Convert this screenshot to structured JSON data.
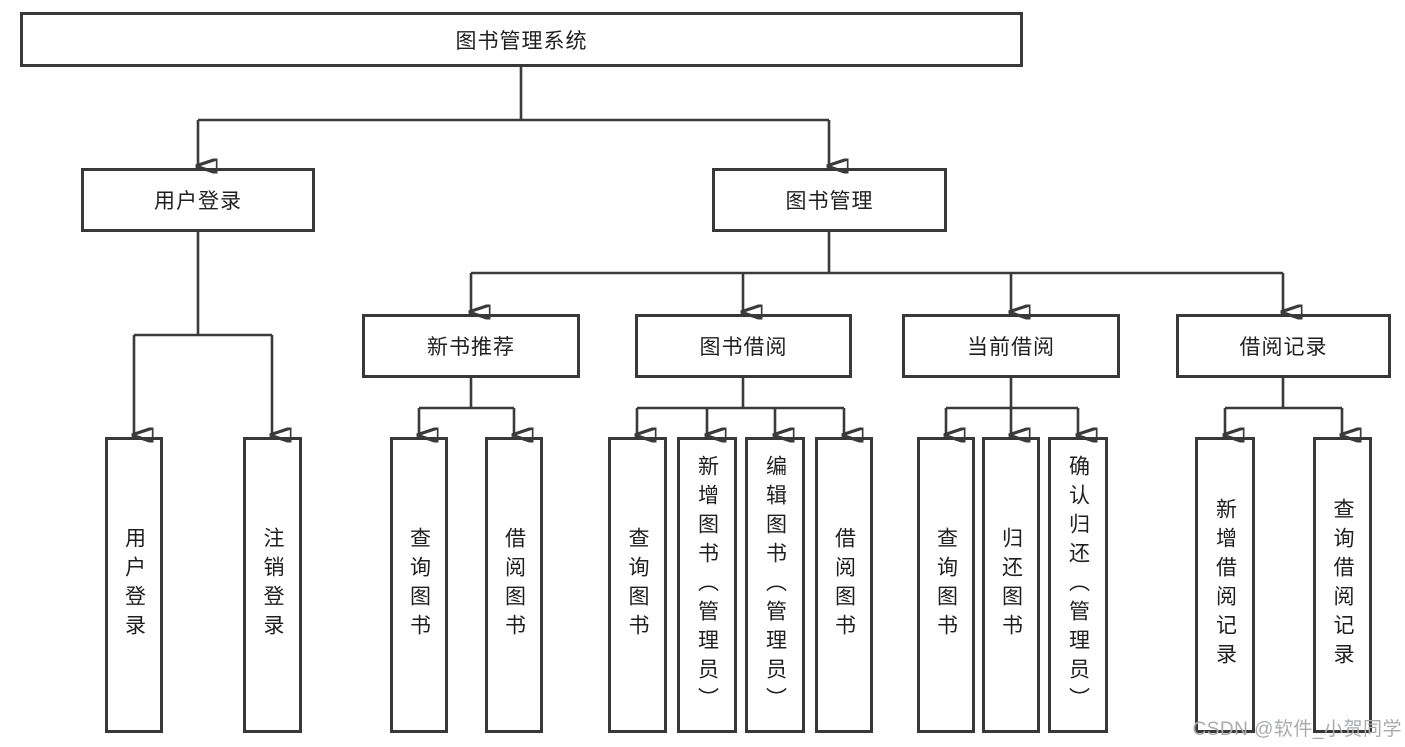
{
  "diagram": {
    "title": "图书管理系统",
    "root": {
      "label": "图书管理系统"
    },
    "level2": [
      {
        "label": "用户登录",
        "parent": "图书管理系统"
      },
      {
        "label": "图书管理",
        "parent": "图书管理系统"
      }
    ],
    "level3": [
      {
        "label": "新书推荐",
        "parent": "图书管理"
      },
      {
        "label": "图书借阅",
        "parent": "图书管理"
      },
      {
        "label": "当前借阅",
        "parent": "图书管理"
      },
      {
        "label": "借阅记录",
        "parent": "图书管理"
      }
    ],
    "leaves": [
      {
        "label": "用户登录",
        "parent": "用户登录"
      },
      {
        "label": "注销登录",
        "parent": "用户登录"
      },
      {
        "label": "查询图书",
        "parent": "新书推荐"
      },
      {
        "label": "借阅图书",
        "parent": "新书推荐"
      },
      {
        "label": "查询图书",
        "parent": "图书借阅"
      },
      {
        "label": "新增图书（管理员）",
        "parent": "图书借阅"
      },
      {
        "label": "编辑图书（管理员）",
        "parent": "图书借阅"
      },
      {
        "label": "借阅图书",
        "parent": "图书借阅"
      },
      {
        "label": "查询图书",
        "parent": "当前借阅"
      },
      {
        "label": "归还图书",
        "parent": "当前借阅"
      },
      {
        "label": "确认归还（管理员）",
        "parent": "当前借阅"
      },
      {
        "label": "新增借阅记录",
        "parent": "借阅记录"
      },
      {
        "label": "查询借阅记录",
        "parent": "借阅记录"
      }
    ]
  },
  "watermark": {
    "text": "CSDN @软件_小贺同学"
  },
  "colors": {
    "background": "#ffffff",
    "box_border": "#383838",
    "connector_line": "#3a3a3a",
    "text": "#1f1f1f",
    "watermark_text": "#a9abad"
  }
}
